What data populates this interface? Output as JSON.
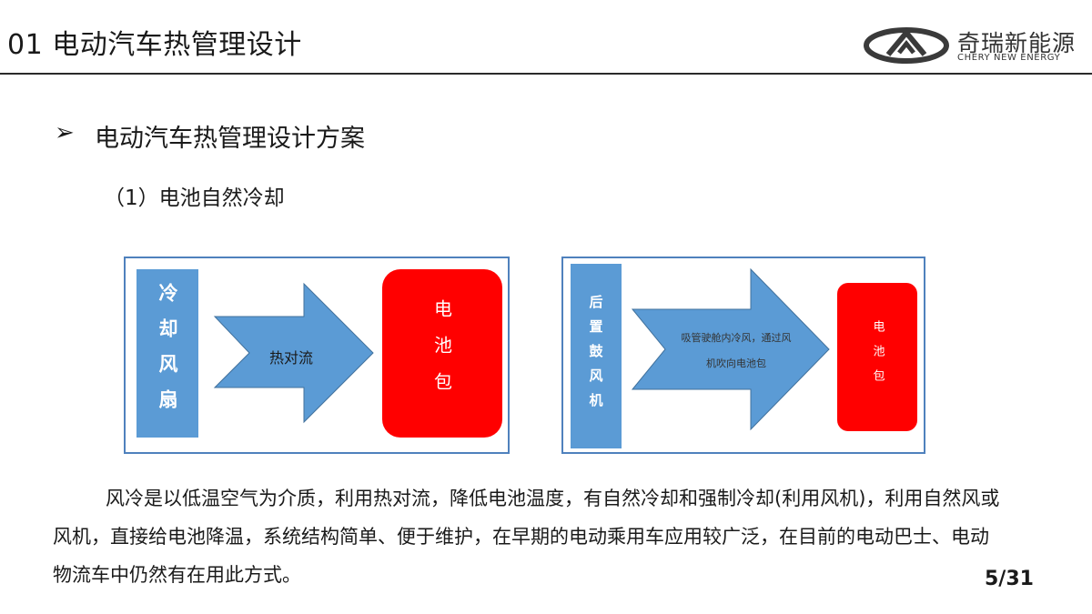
{
  "header": {
    "title": "01 电动汽车热管理设计",
    "logo_cn": "奇瑞新能源",
    "logo_en": "CHERY NEW ENERGY"
  },
  "content": {
    "bullet_symbol": "➢",
    "heading": "电动汽车热管理设计方案",
    "subheading": "（1）电池自然冷却"
  },
  "diagram_left": {
    "source_label": "冷却风扇",
    "arrow_label": "热对流",
    "target_label": "电池包"
  },
  "diagram_right": {
    "source_label": "后置鼓风机",
    "arrow_label": "吸管驶舱内冷风，通过风机吹向电池包",
    "target_label": "电池包"
  },
  "body_text": "风冷是以低温空气为介质，利用热对流，降低电池温度，有自然冷却和强制冷却(利用风机)，利用自然风或风机，直接给电池降温，系统结构简单、便于维护，在早期的电动乘用车应用较广泛，在目前的电动巴士、电动物流车中仍然有在用此方式。",
  "page_number": "5/31",
  "colors": {
    "box_blue": "#5b9bd5",
    "arrow_blue": "#5b9bd5",
    "battery_red": "#ff0000",
    "frame_border": "#4f81bd"
  }
}
